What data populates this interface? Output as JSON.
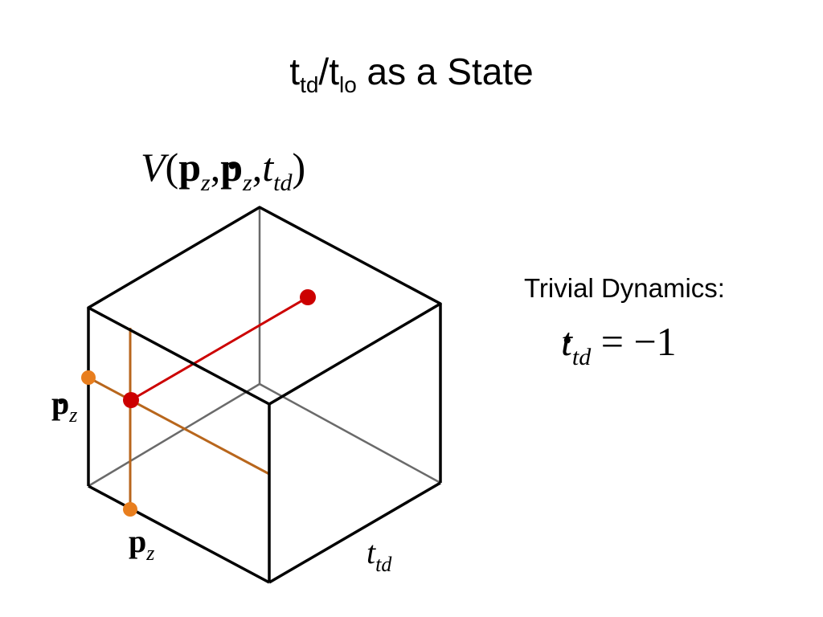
{
  "title": {
    "main": "t",
    "sub1": "td",
    "slash": "/t",
    "sub2": "lo",
    "rest": " as a State"
  },
  "value_function": {
    "fn": "V",
    "open": "(",
    "p": "p",
    "sub_z": "z",
    "comma": ",",
    "dot": "·",
    "t": "t",
    "sub_td": "td",
    "close": ")"
  },
  "axes": {
    "pz_dot": {
      "base": "p",
      "dot": "·",
      "sub": "z"
    },
    "pz": {
      "base": "p",
      "sub": "z"
    },
    "ttd": {
      "base": "t",
      "sub": "td"
    }
  },
  "dynamics": {
    "heading": "Trivial Dynamics:",
    "lhs": "t",
    "dot": "·",
    "lhs_sub": "td",
    "rhs": " = −1"
  },
  "colors": {
    "edge": "#000000",
    "hidden_edge": "#6a6a6a",
    "orange_line": "#b8661c",
    "orange_point": "#e87e1e",
    "red": "#cc0000"
  }
}
